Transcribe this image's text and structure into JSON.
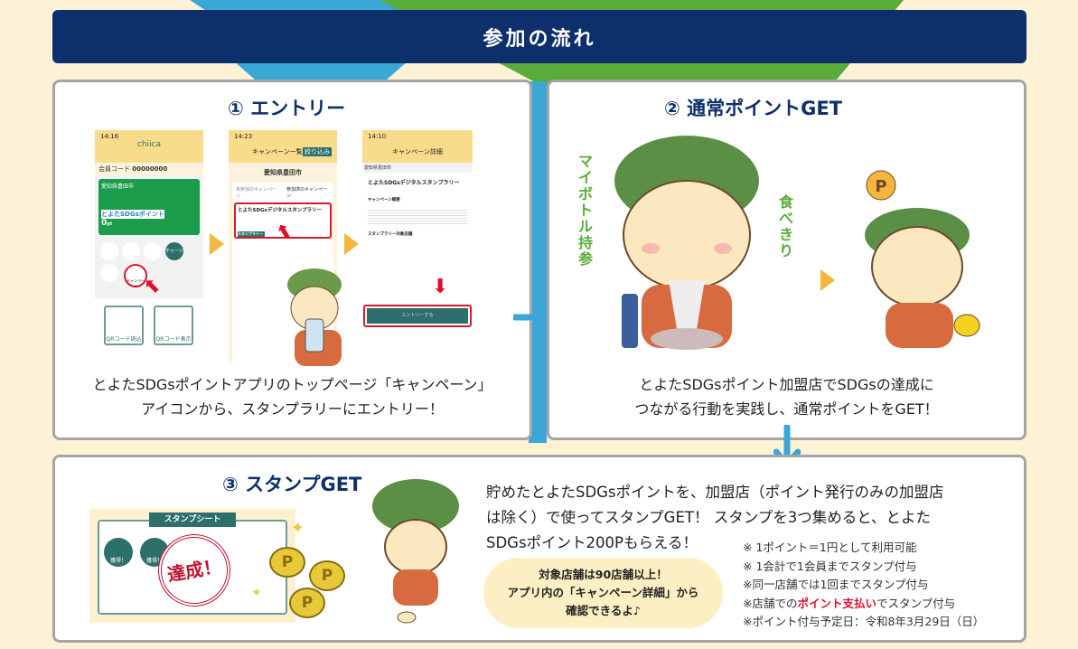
{
  "header": {
    "title": "参加の流れ"
  },
  "step1": {
    "title": "① エントリー",
    "desc_line1": "とよたSDGsポイントアプリのトップページ「キャンペーン」",
    "desc_line2": "アイコンから、スタンプラリーにエントリー！",
    "phone1": {
      "time": "14:16",
      "app": "chiica",
      "member_label": "会員コード",
      "member_code": "00000000",
      "city": "愛知県豊田市",
      "card_title": "とよたSDGsポイント",
      "points": "0",
      "points_unit": "pt",
      "charge": "チャージ",
      "campaign": "キャンペーン",
      "qr_read": "QRコード読込",
      "qr_show": "QRコード表示"
    },
    "phone2": {
      "time": "14:23",
      "title": "キャンペーン一覧",
      "filter": "絞り込み",
      "city": "愛知県豊田市",
      "tab1": "未参加のキャンペーン",
      "tab2": "参加済のキャンペーン",
      "card_title": "とよたSDGsデジタルスタンプラリー",
      "tag": "スタンプラリー"
    },
    "phone3": {
      "time": "14:10",
      "title": "キャンペーン詳細",
      "city": "愛知県豊田市",
      "campaign_title": "とよたSDGsデジタルスタンプラリー",
      "section1": "キャンペーン概要",
      "section2": "スタンプラリー対象店舗",
      "entry_button": "エントリーする"
    }
  },
  "step2": {
    "title": "② 通常ポイントGET",
    "label_left": "マイボトル持参",
    "label_right": "食べきり",
    "desc_line1": "とよたSDGsポイント加盟店でSDGsの達成に",
    "desc_line2": "つながる行動を実践し、通常ポイントをGET！"
  },
  "step3": {
    "title": "③ スタンプGET",
    "stamp_sheet": "スタンプシート",
    "stamp_label": "獲得！",
    "achieved": "達成！",
    "main_line1": "貯めたとよたSDGsポイントを、加盟店（ポイント発行のみの加盟店",
    "main_line2": "は除く）で使ってスタンプGET！ スタンプを3つ集めると、とよた",
    "main_line3": "SDGsポイント200Pもらえる！",
    "bubble_line1": "対象店舗は90店舗以上！",
    "bubble_line2": "アプリ内の「キャンペーン詳細」から",
    "bubble_line3": "確認できるよ♪",
    "notes": [
      "※ 1ポイント＝1円として利用可能",
      "※ 1会計で1会員までスタンプ付与",
      "※同一店舗では1回までスタンプ付与"
    ],
    "note4_pre": "※店舗での",
    "note4_red": "ポイント支払い",
    "note4_post": "でスタンプ付与",
    "note5": "※ポイント付与予定日：令和8年3月29日（日）"
  },
  "colors": {
    "navy": "#0d2f6b",
    "accent_blue": "#3aa7d6",
    "green": "#5aac3a",
    "yellow": "#f6b53c",
    "red": "#e0102a"
  }
}
